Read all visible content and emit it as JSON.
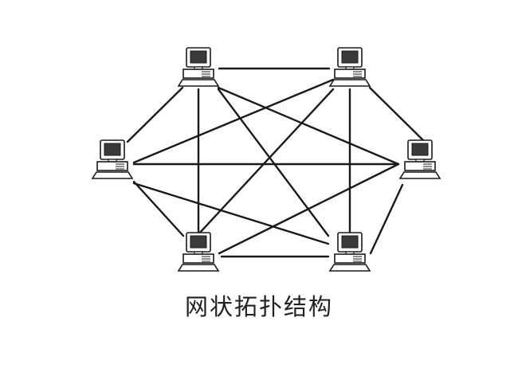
{
  "diagram": {
    "caption": "网状拓扑结构",
    "node_icon": "desktop-computer-icon",
    "nodes": [
      {
        "id": "top-left"
      },
      {
        "id": "top-right"
      },
      {
        "id": "left"
      },
      {
        "id": "right"
      },
      {
        "id": "bottom-left"
      },
      {
        "id": "bottom-right"
      }
    ],
    "links": [
      [
        "top-left",
        "top-right"
      ],
      [
        "top-left",
        "left"
      ],
      [
        "top-left",
        "bottom-left"
      ],
      [
        "top-left",
        "right"
      ],
      [
        "top-left",
        "bottom-right"
      ],
      [
        "top-right",
        "left"
      ],
      [
        "top-right",
        "right"
      ],
      [
        "top-right",
        "bottom-left"
      ],
      [
        "top-right",
        "bottom-right"
      ],
      [
        "left",
        "right"
      ],
      [
        "left",
        "bottom-left"
      ],
      [
        "left",
        "bottom-right"
      ],
      [
        "right",
        "bottom-left"
      ],
      [
        "right",
        "bottom-right"
      ],
      [
        "bottom-left",
        "bottom-right"
      ]
    ],
    "colors": {
      "line": "#1a1a1a",
      "monitor_body": "#ffffff",
      "screen": "#3a3a3a"
    }
  }
}
